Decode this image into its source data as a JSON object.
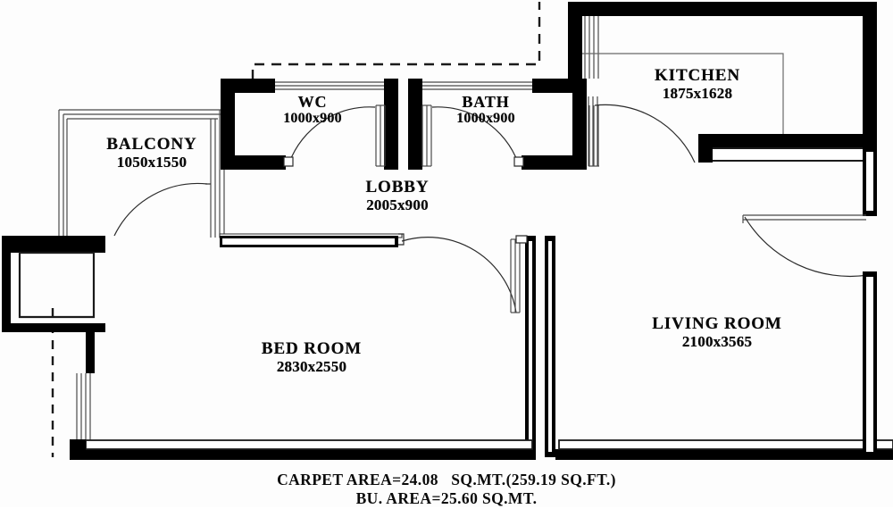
{
  "drawing": {
    "type": "architectural-floor-plan",
    "line_color": "#000000",
    "thin_line_color": "#555555",
    "background": "#fdfdfd"
  },
  "rooms": [
    {
      "key": "balcony",
      "name": "BALCONY",
      "dimensions": "1050x1550"
    },
    {
      "key": "wc",
      "name": "WC",
      "dimensions": "1000x900"
    },
    {
      "key": "bath",
      "name": "BATH",
      "dimensions": "1000x900"
    },
    {
      "key": "kitchen",
      "name": "KITCHEN",
      "dimensions": "1875x1628"
    },
    {
      "key": "lobby",
      "name": "LOBBY",
      "dimensions": "2005x900"
    },
    {
      "key": "bed_room",
      "name": "BED ROOM",
      "dimensions": "2830x2550"
    },
    {
      "key": "living_room",
      "name": "LIVING ROOM",
      "dimensions": "2100x3565"
    }
  ],
  "footer": {
    "line1": "CARPET AREA=24.08   SQ.MT.(259.19 SQ.FT.)",
    "line2": "BU. AREA=25.60 SQ.MT."
  }
}
